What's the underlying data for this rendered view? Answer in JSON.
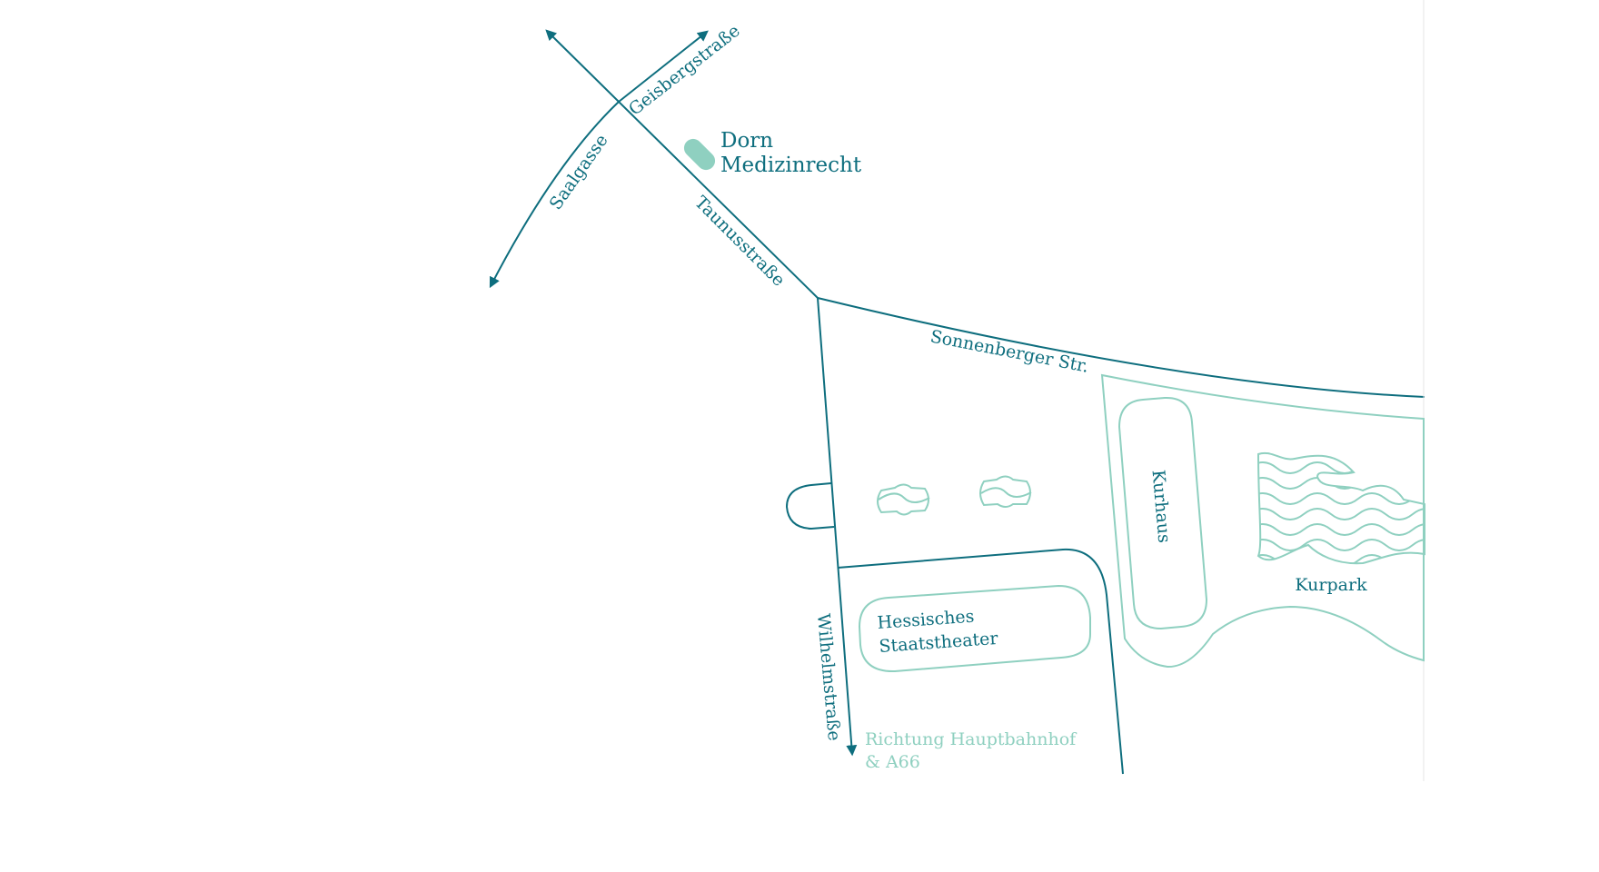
{
  "colors": {
    "road": "#0e6e7e",
    "feature": "#8fd0c0",
    "marker": "#8fd0c0"
  },
  "location": {
    "name_line1": "Dorn",
    "name_line2": "Medizinrecht",
    "icon": "location-pin-icon"
  },
  "streets": {
    "geisberg": "Geisbergstraße",
    "saalgasse": "Saalgasse",
    "taunus": "Taunusstraße",
    "sonnenberger": "Sonnenberger Str.",
    "wilhelm": "Wilhelmstraße"
  },
  "places": {
    "kurhaus": "Kurhaus",
    "kurpark": "Kurpark",
    "theater_line1": "Hessisches",
    "theater_line2": "Staatstheater"
  },
  "direction": {
    "line1": "Richtung Hauptbahnhof",
    "line2": "& A66"
  }
}
